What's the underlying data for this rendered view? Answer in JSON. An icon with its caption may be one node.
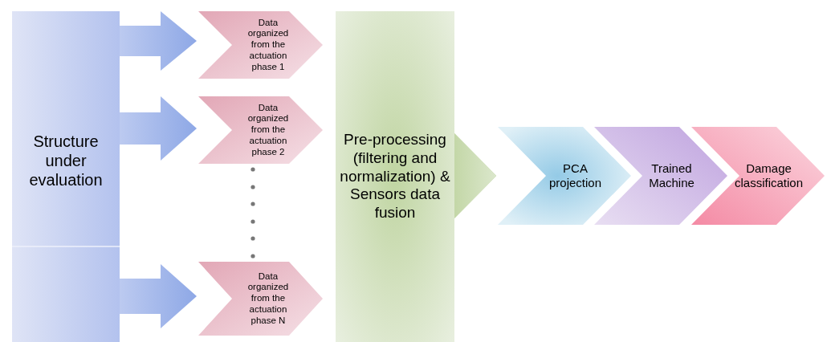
{
  "diagram": {
    "nodes": [
      {
        "text": [
          "Structure under evaluation"
        ]
      },
      {
        "text": [
          "Data organized from the actuation phase 1"
        ]
      },
      {
        "text": [
          "Data organized from the actuation phase 2"
        ]
      },
      {
        "text": [
          "Data organized from the actuation phase N"
        ]
      },
      {
        "text": [
          "Pre-processing (filtering and normalization) & Sensors data fusion"
        ]
      },
      {
        "text": [
          "PCA projection"
        ]
      },
      {
        "text": [
          "Trained Machine"
        ]
      },
      {
        "text": [
          "Damage classification"
        ]
      }
    ],
    "edges": [
      {
        "from": 0,
        "to": 1,
        "arrow": "to",
        "style": "thick"
      },
      {
        "from": 0,
        "to": 2,
        "arrow": "to",
        "style": "thick"
      },
      {
        "from": 0,
        "to": 3,
        "arrow": "to",
        "style": "thick"
      },
      {
        "from": 4,
        "to": 5,
        "arrow": "to",
        "style": "thick",
        "color": "#c2d6a5"
      }
    ]
  }
}
